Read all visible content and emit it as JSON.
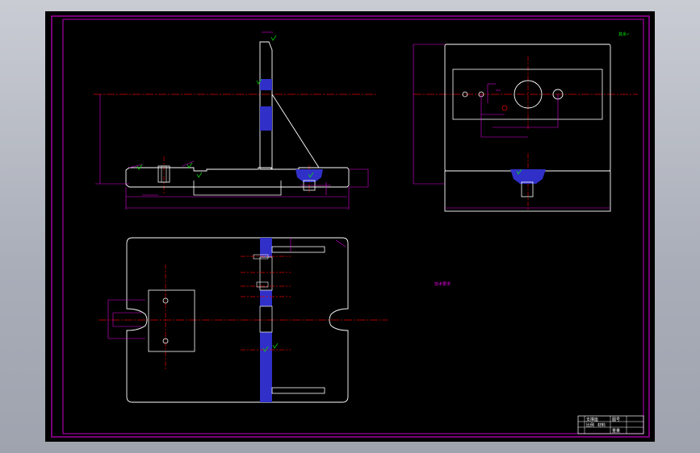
{
  "viewer": {
    "background": "#000000",
    "frame_color": "#a000a0"
  },
  "colors": {
    "outline": "#ffffff",
    "centerline": "#e00000",
    "dimension": "#e000e0",
    "hatch": "#3030c8",
    "note": "#00e000"
  },
  "title_block": {
    "name": "支撑座",
    "scale": "比例",
    "material": "材料",
    "drawing_no": "图号",
    "weight": "重量"
  },
  "annotations": {
    "roughness_note": "其余✓",
    "tech_note": "技术要求"
  }
}
